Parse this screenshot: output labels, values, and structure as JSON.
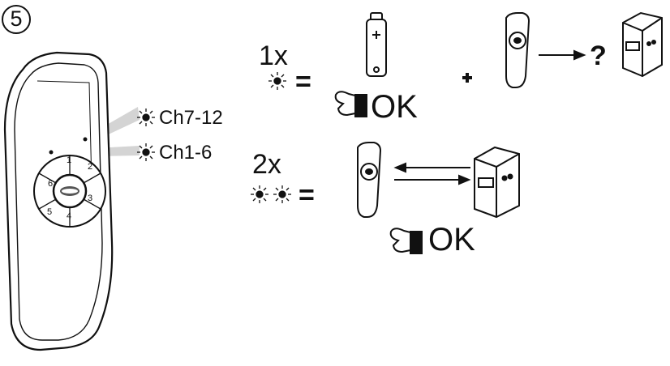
{
  "step": {
    "number": "5"
  },
  "remote": {
    "buttons": [
      "1",
      "2",
      "3",
      "4",
      "5",
      "6"
    ]
  },
  "channels": {
    "upper": "Ch7-12",
    "lower": "Ch1-6"
  },
  "row1": {
    "count": "1x",
    "equals": "=",
    "ok": "OK",
    "plus": "+",
    "question": "?"
  },
  "row2": {
    "count": "2x",
    "equals": "=",
    "ok": "OK"
  },
  "colors": {
    "ink": "#111111",
    "beam": "#d4d4d4",
    "remote_fill": "#ffffff"
  },
  "icons": [
    "sun-blink-icon",
    "battery-icon",
    "remote-icon",
    "arrow-right-icon",
    "receiver-box-icon",
    "thumbs-up-icon",
    "double-arrow-icon"
  ]
}
